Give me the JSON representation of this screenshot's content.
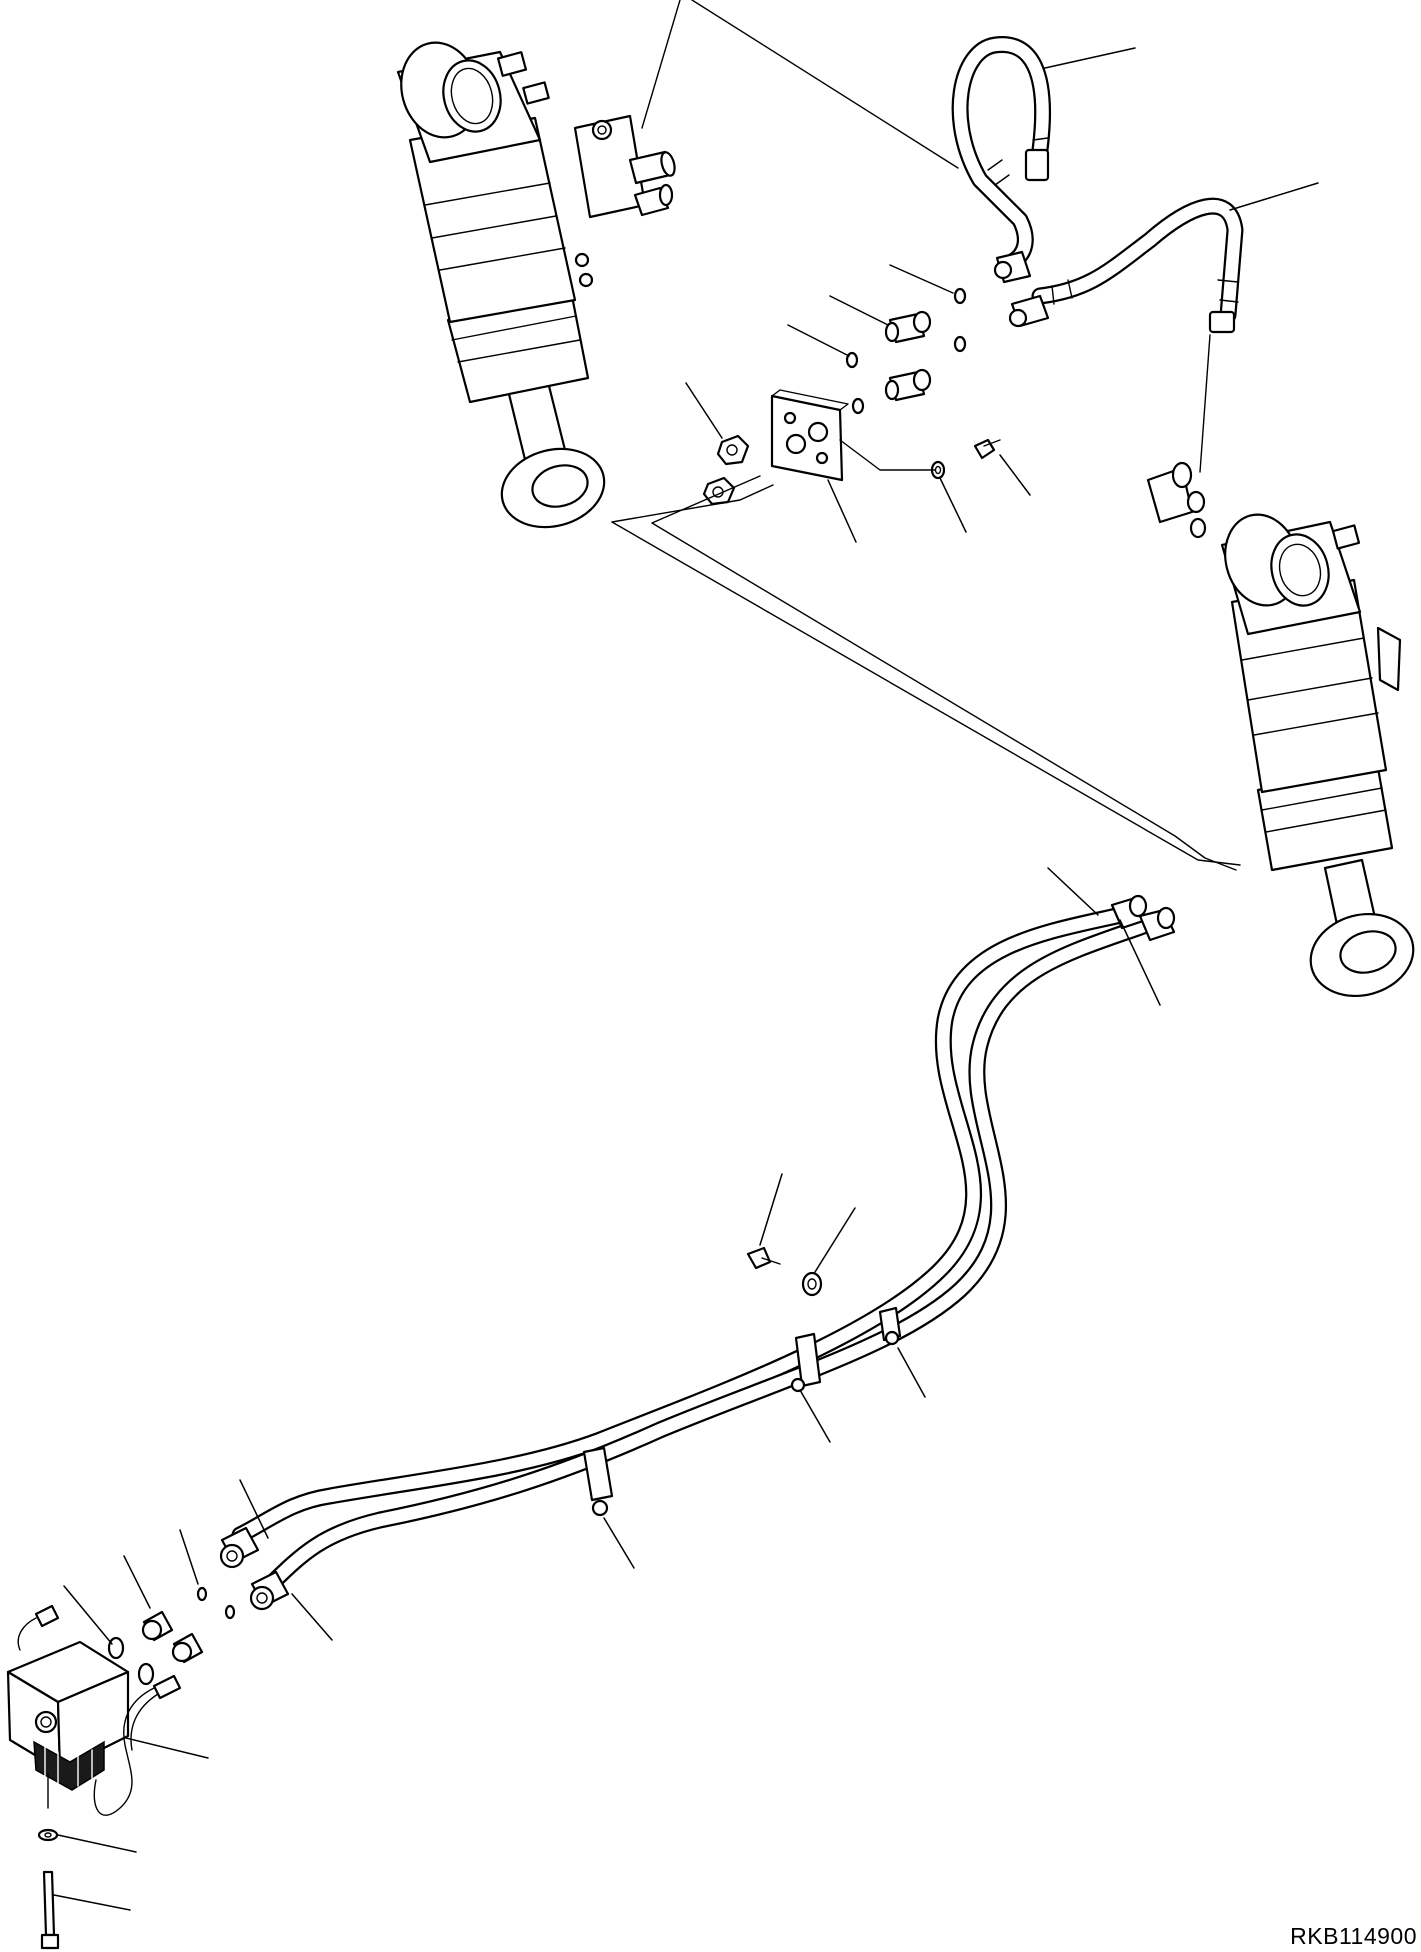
{
  "drawing_code": "RKB114900",
  "colors": {
    "line": "#000000",
    "background": "#ffffff"
  },
  "components": [
    "hydraulic-cylinder-left",
    "hydraulic-cylinder-right",
    "hose-upper-left",
    "hose-upper-right",
    "hose-main-pair",
    "mounting-plate",
    "adapter-fittings",
    "o-rings",
    "hose-clamps",
    "solenoid-valve-block",
    "bolt-and-washer"
  ]
}
